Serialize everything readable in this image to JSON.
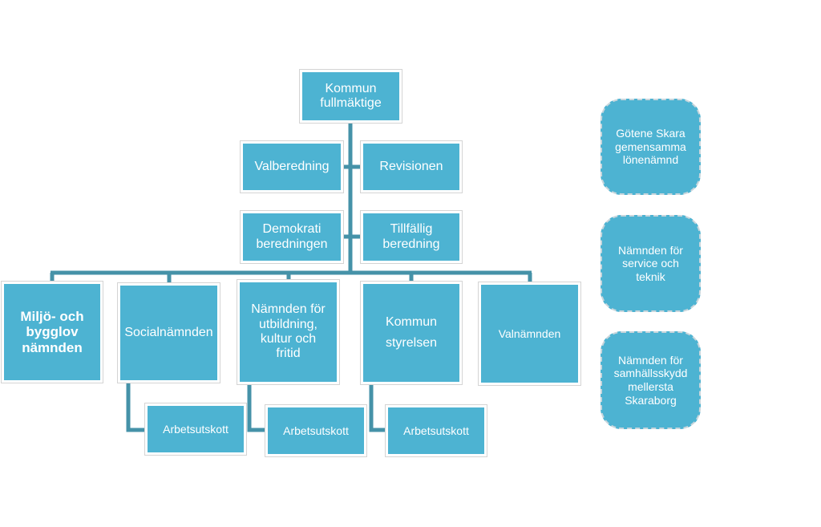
{
  "colors": {
    "box_fill": "#4db3d2",
    "connector": "#4592a8",
    "text": "#ffffff"
  },
  "top": {
    "label": "Kommun\nfullmäktige"
  },
  "council_units": {
    "valberedning": "Valberedning",
    "revisionen": "Revisionen",
    "demokrati": "Demokrati\nberedningen",
    "tillfallig": "Tillfällig\nberedning"
  },
  "committees": [
    {
      "label": "Miljö- och\nbygglov\nnämnden"
    },
    {
      "label": "Socialnämnden"
    },
    {
      "label": "Nämnden för\nutbildning,\nkultur och\nfritid"
    },
    {
      "label": "Kommun\nstyrelsen"
    },
    {
      "label": "Valnämnden"
    }
  ],
  "working_committees": [
    {
      "label": "Arbetsutskott"
    },
    {
      "label": "Arbetsutskott"
    },
    {
      "label": "Arbetsutskott"
    }
  ],
  "joint_boards": [
    {
      "label": "Götene Skara\ngemensamma\nlönenämnd"
    },
    {
      "label": "Nämnden för\nservice och\nteknik"
    },
    {
      "label": "Nämnden för\nsamhällsskydd\nmellersta\nSkaraborg"
    }
  ]
}
